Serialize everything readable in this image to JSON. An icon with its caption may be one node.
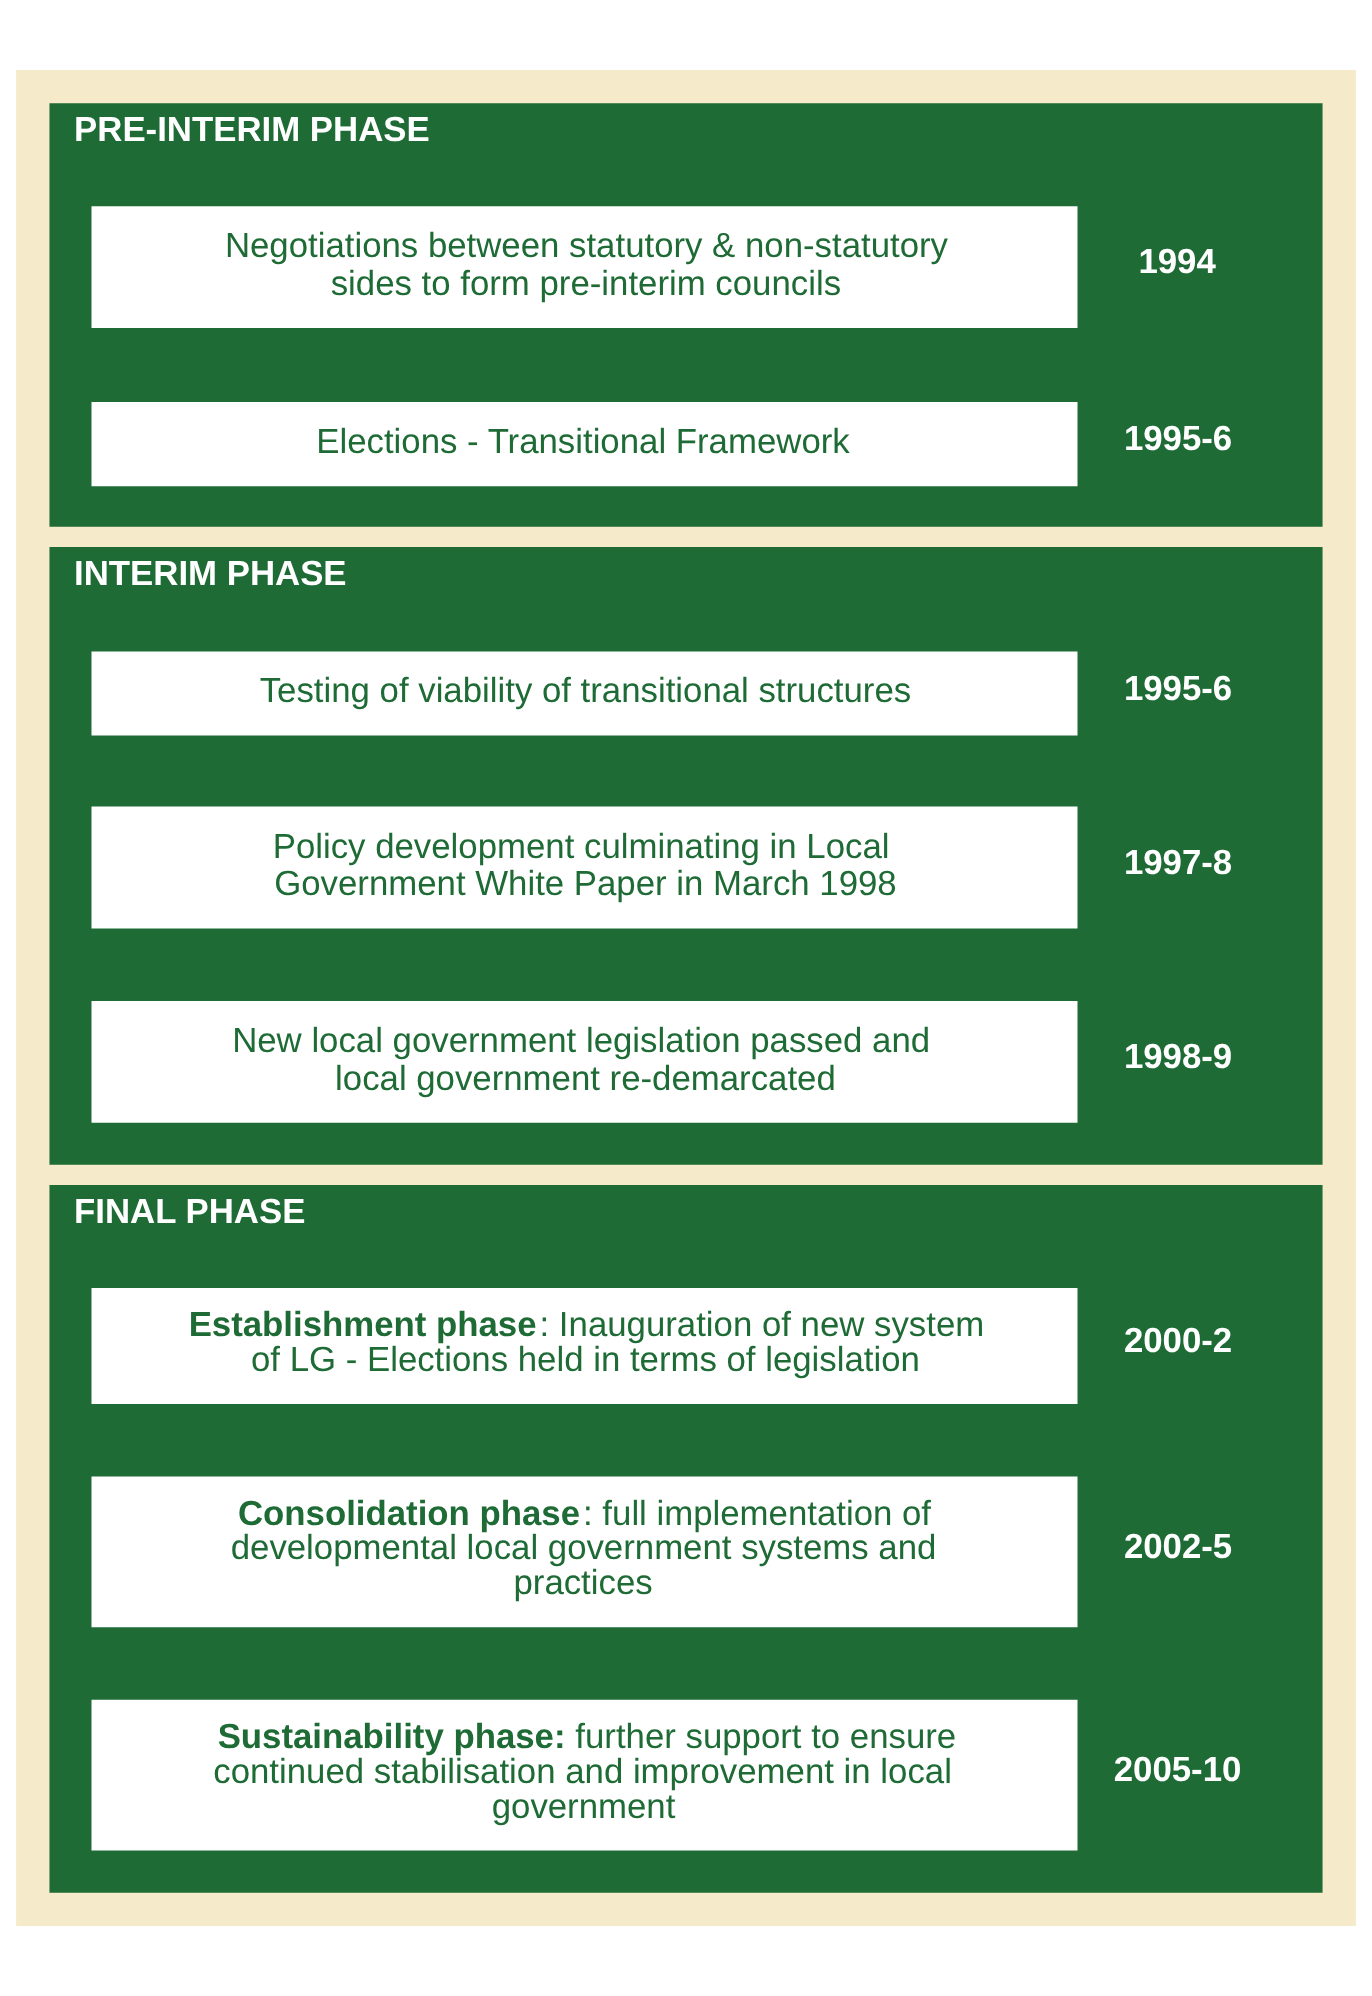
{
  "diagram": {
    "nodes": [
      {
        "text": [
          "PRE-INTERIM PHASE"
        ]
      },
      {
        "text": [
          "Negotiations between statutory & non-statutory sides to form pre-interim councils"
        ],
        "in": 0,
        "beside": [
          "1994"
        ]
      },
      {
        "text": [
          "Elections - Transitional Framework"
        ],
        "in": 0,
        "beside": [
          "1995-6"
        ]
      },
      {
        "text": [
          "INTERIM PHASE"
        ]
      },
      {
        "text": [
          "Testing of viability of transitional structures"
        ],
        "in": 3,
        "beside": [
          "1995-6"
        ]
      },
      {
        "text": [
          "Policy development culminating in Local Government White Paper in March 1998"
        ],
        "in": 3,
        "beside": [
          "1997-8"
        ]
      },
      {
        "text": [
          "New local government legislation passed and local government re-demarcated"
        ],
        "in": 3,
        "beside": [
          "1998-9"
        ]
      },
      {
        "text": [
          "FINAL PHASE"
        ]
      },
      {
        "text": [
          "**Establishment phase**: Inauguration of new system of LG - Elections held in terms of legislation"
        ],
        "in": 7,
        "beside": [
          "2000-2"
        ]
      },
      {
        "text": [
          "**Consolidation phase**: full implementation of developmental local government systems and practices"
        ],
        "in": 7,
        "beside": [
          "2002-5"
        ]
      },
      {
        "text": [
          "**Sustainability phase:** further support to ensure continued stabilisation and improvement in local government"
        ],
        "in": 7,
        "beside": [
          "2005-10"
        ]
      }
    ],
    "edges": []
  }
}
